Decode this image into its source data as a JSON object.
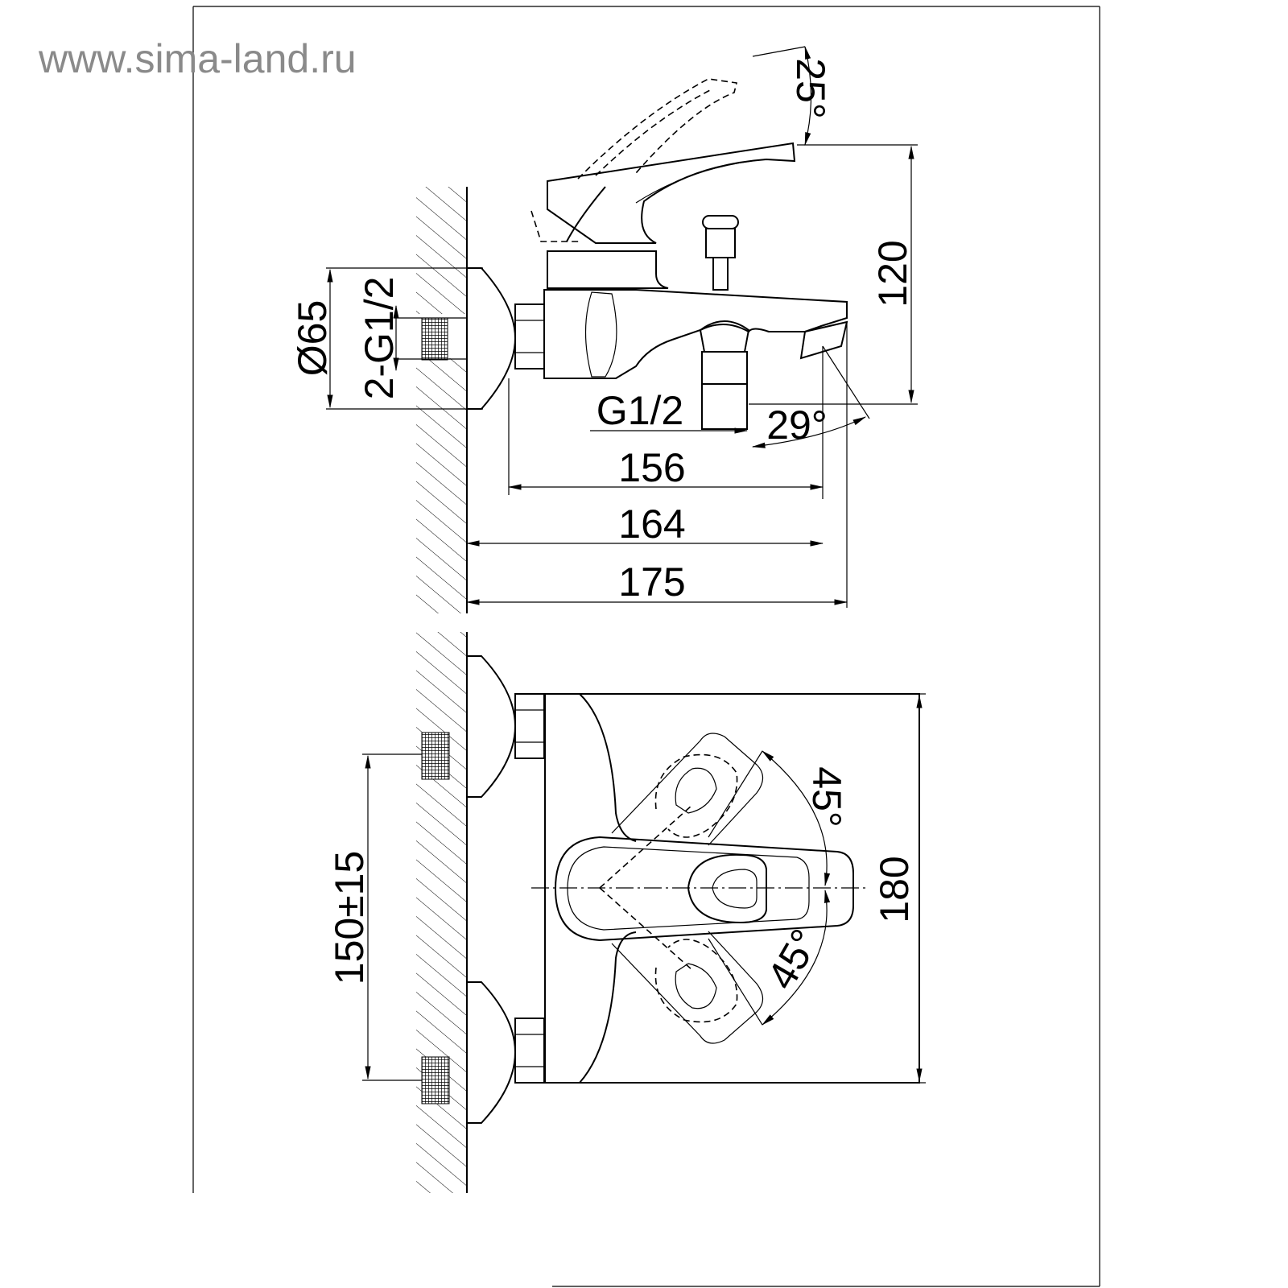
{
  "watermark": "www.sima-land.ru",
  "side_view": {
    "dims": {
      "handle_angle": "25°",
      "height": "120",
      "escutcheon_diameter": "Ø65",
      "inlet_thread": "2-G1/2",
      "outlet_thread": "G1/2",
      "spout_angle": "29°",
      "length_156": "156",
      "length_164": "164",
      "length_175": "175"
    }
  },
  "top_view": {
    "dims": {
      "rotation_up": "45°",
      "rotation_down": "45°",
      "width": "180",
      "inlet_spacing": "150±15"
    }
  },
  "colors": {
    "line": "#000000",
    "watermark": "#8a8a8a"
  }
}
